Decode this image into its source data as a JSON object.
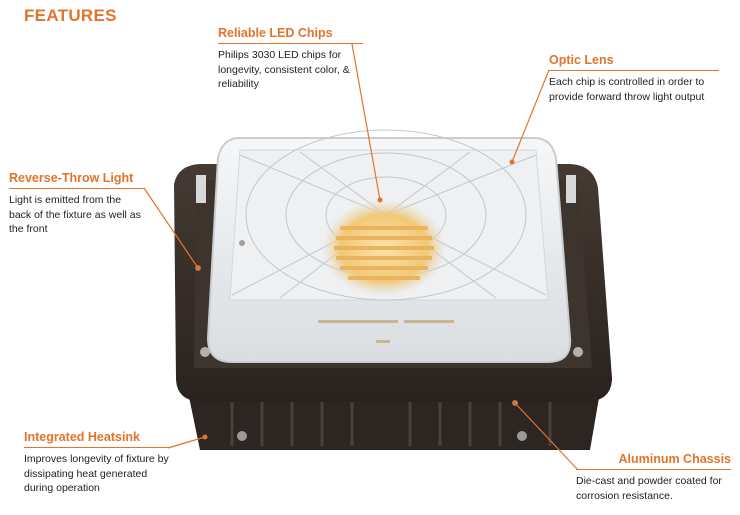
{
  "heading": "FEATURES",
  "callouts": {
    "led": {
      "title": "Reliable LED Chips",
      "desc": "Philips 3030 LED chips for longevity, consistent color, & reliability"
    },
    "optic": {
      "title": "Optic Lens",
      "desc": "Each chip is controlled in order to provide forward throw light output"
    },
    "reverse": {
      "title": "Reverse-Throw Light",
      "desc": "Light is emitted from the back of the fixture as well as the front"
    },
    "heatsink": {
      "title": "Integrated Heatsink",
      "desc": "Improves longevity of fixture by dissipating heat generated during operation"
    },
    "chassis": {
      "title": "Aluminum Chassis",
      "desc": "Die-cast and powder coated for corrosion resistance."
    }
  },
  "colors": {
    "accent": "#e2752b",
    "housing": "#3a302b",
    "lens": "#e9ecef",
    "led_warm": "#f4cf86"
  },
  "icons": [
    "led-fixture-illustration"
  ]
}
